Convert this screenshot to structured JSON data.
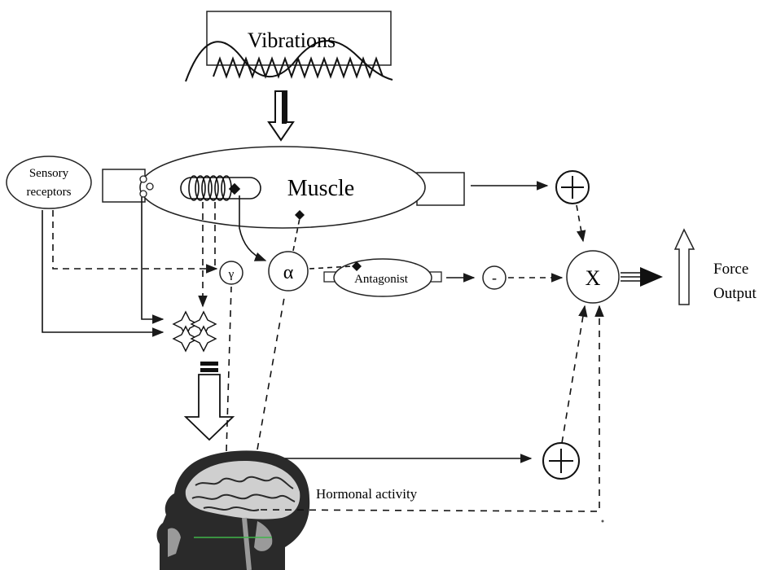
{
  "labels": {
    "vibrations": "Vibrations",
    "muscle": "Muscle",
    "sensory": [
      "Sensory",
      "receptors"
    ],
    "gamma": "γ",
    "alpha": "α",
    "antagonist": "Antagonist",
    "minus": "-",
    "multiply": "X",
    "force": [
      "Force",
      "Output"
    ],
    "hormonal": "Hormonal activity"
  },
  "colors": {
    "ink": "#1a1a1a",
    "paper": "#ffffff",
    "brain_shade": "#2a2a2a",
    "accent_green": "#3fb44a"
  },
  "icons": [
    "plus-circle-icon",
    "minus-circle-icon",
    "star-node-icon",
    "coil-icon",
    "head-brain-icon",
    "hollow-arrow-icon"
  ]
}
